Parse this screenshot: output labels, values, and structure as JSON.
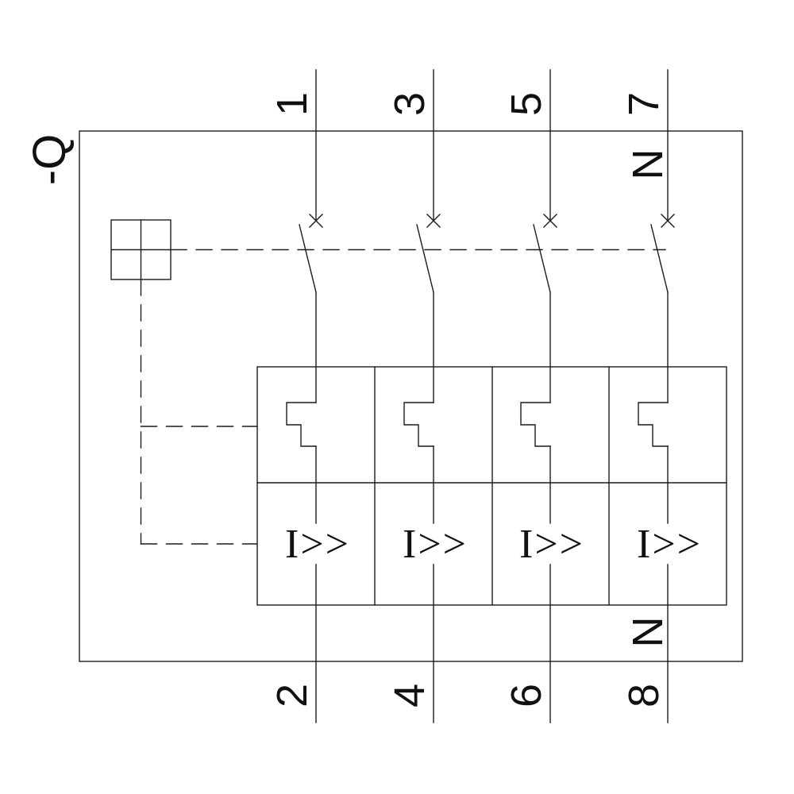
{
  "diagram": {
    "device_tag": "-Q",
    "pole_count": 4,
    "top_terminals": [
      "1",
      "3",
      "5",
      "7"
    ],
    "bottom_terminals": [
      "2",
      "4",
      "6",
      "8"
    ],
    "neutral_top": "N",
    "neutral_bottom": "N",
    "trip_labels": [
      "I>>",
      "I>>",
      "I>>",
      "I>>"
    ],
    "colors": {
      "line": "#1c1c1c",
      "text": "#111111",
      "background": "#ffffff"
    }
  }
}
